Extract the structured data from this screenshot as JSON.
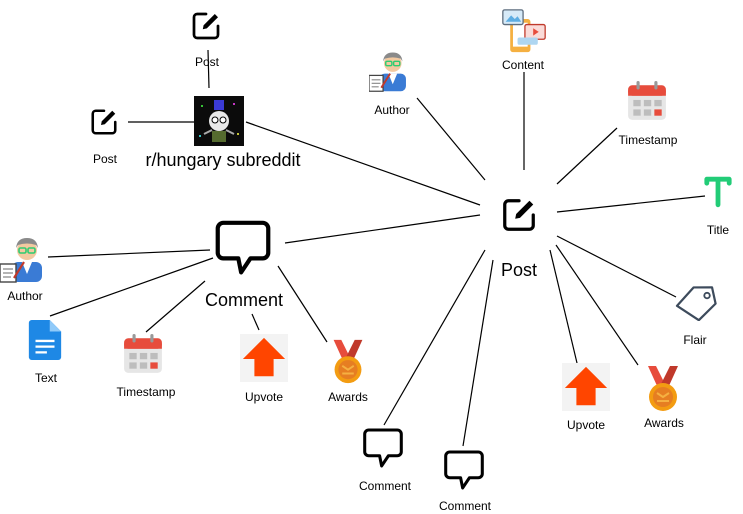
{
  "diagram": {
    "nodes": {
      "post_center": {
        "label": "Post",
        "icon": "edit-icon"
      },
      "content": {
        "label": "Content",
        "icon": "content-media-icon"
      },
      "post_author": {
        "label": "Author",
        "icon": "author-icon"
      },
      "post_timestamp": {
        "label": "Timestamp",
        "icon": "calendar-icon"
      },
      "title": {
        "label": "Title",
        "icon": "title-t-icon",
        "color": "#22cc77"
      },
      "flair": {
        "label": "Flair",
        "icon": "tag-icon"
      },
      "post_awards": {
        "label": "Awards",
        "icon": "medal-icon"
      },
      "post_upvote": {
        "label": "Upvote",
        "icon": "upvote-arrow-icon",
        "color": "#ff4500"
      },
      "comment_a": {
        "label": "Comment",
        "icon": "speech-bubble-icon"
      },
      "comment_b": {
        "label": "Comment",
        "icon": "speech-bubble-icon"
      },
      "subreddit": {
        "label": "r/hungary subreddit",
        "icon": "subreddit-avatar-icon"
      },
      "sub_post_top": {
        "label": "Post",
        "icon": "edit-icon"
      },
      "sub_post_left": {
        "label": "Post",
        "icon": "edit-icon"
      },
      "comment_center": {
        "label": "Comment",
        "icon": "speech-bubble-icon"
      },
      "comment_author": {
        "label": "Author",
        "icon": "author-icon"
      },
      "comment_text": {
        "label": "Text",
        "icon": "document-icon"
      },
      "comment_timestamp": {
        "label": "Timestamp",
        "icon": "calendar-icon"
      },
      "comment_upvote": {
        "label": "Upvote",
        "icon": "upvote-arrow-icon",
        "color": "#ff4500"
      },
      "comment_awards": {
        "label": "Awards",
        "icon": "medal-icon"
      }
    },
    "edges": [
      [
        "post_center",
        "content"
      ],
      [
        "post_center",
        "post_author"
      ],
      [
        "post_center",
        "post_timestamp"
      ],
      [
        "post_center",
        "title"
      ],
      [
        "post_center",
        "flair"
      ],
      [
        "post_center",
        "post_awards"
      ],
      [
        "post_center",
        "post_upvote"
      ],
      [
        "post_center",
        "comment_a"
      ],
      [
        "post_center",
        "comment_b"
      ],
      [
        "post_center",
        "subreddit"
      ],
      [
        "post_center",
        "comment_center"
      ],
      [
        "subreddit",
        "sub_post_top"
      ],
      [
        "subreddit",
        "sub_post_left"
      ],
      [
        "comment_center",
        "comment_author"
      ],
      [
        "comment_center",
        "comment_text"
      ],
      [
        "comment_center",
        "comment_timestamp"
      ],
      [
        "comment_center",
        "comment_upvote"
      ],
      [
        "comment_center",
        "comment_awards"
      ]
    ]
  }
}
